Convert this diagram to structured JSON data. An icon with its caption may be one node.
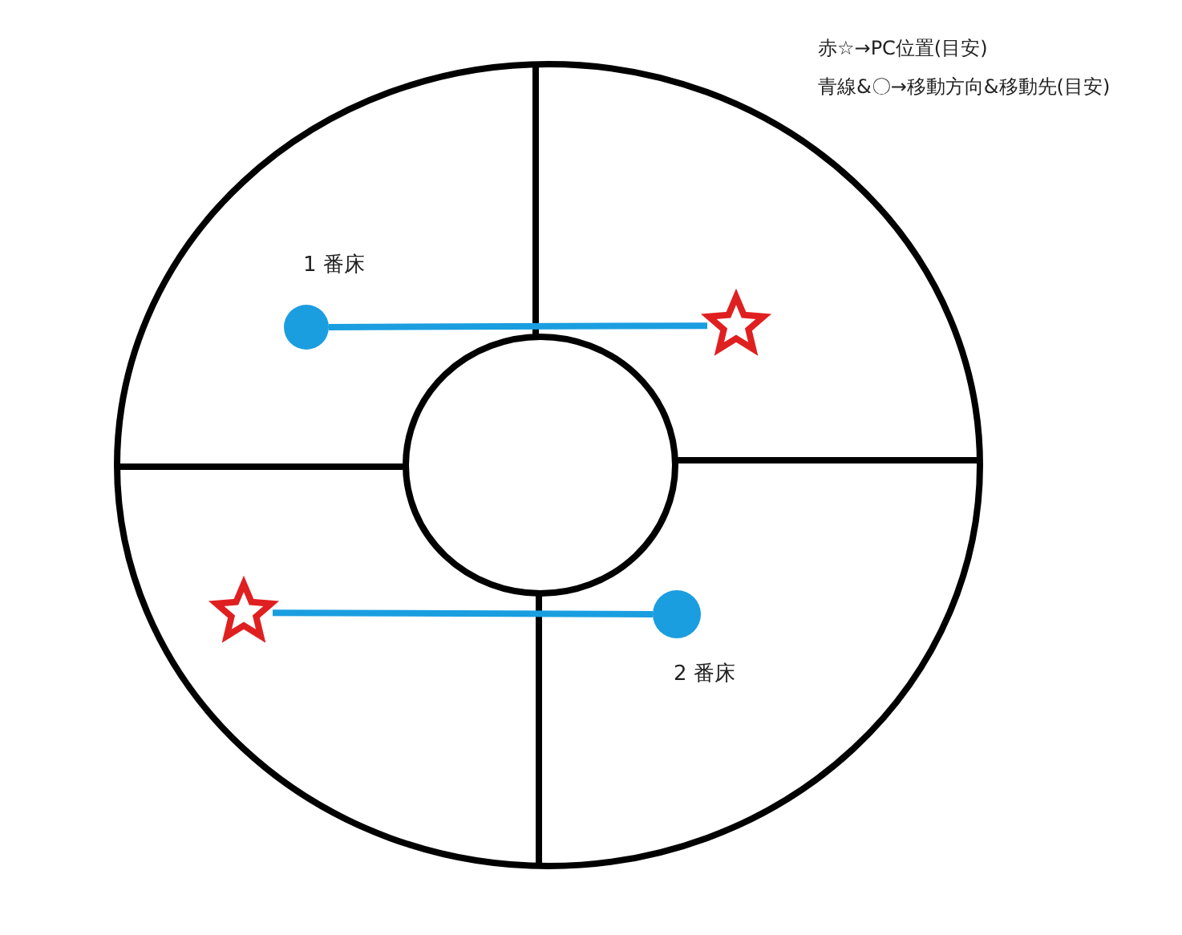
{
  "diagram": {
    "nodes": [
      {
        "text": [],
        "shape": "circle",
        "beside": [
          "1 番床"
        ]
      },
      {
        "text": [],
        "shape": "star"
      },
      {
        "text": [],
        "shape": "star"
      },
      {
        "text": [],
        "shape": "circle",
        "beside": [
          "2 番床"
        ]
      }
    ],
    "edges": [
      {
        "from": 1,
        "to": 0,
        "arrow": "none"
      },
      {
        "from": 2,
        "to": 3,
        "arrow": "none"
      }
    ],
    "labels": [
      "赤☆→PC位置(目安)",
      "青線&〇→移動方向&移動先(目安)"
    ]
  }
}
